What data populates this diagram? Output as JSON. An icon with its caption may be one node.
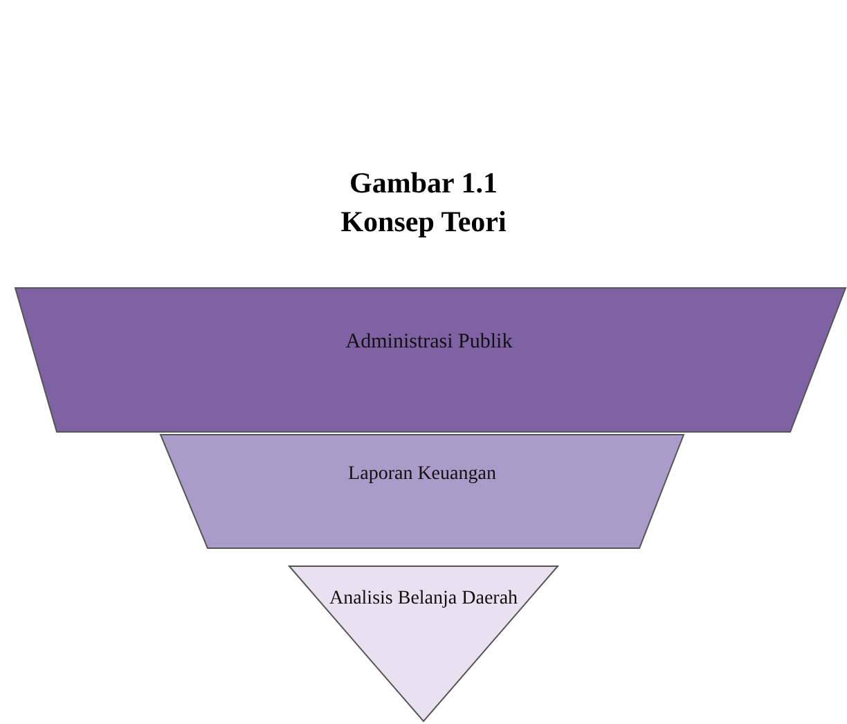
{
  "diagram": {
    "title": "Gambar 1.1 Konsep Teori",
    "nodes": [
      {
        "text": [
          "Administrasi Publik"
        ]
      },
      {
        "text": [
          "Laporan Keuangan"
        ]
      },
      {
        "text": [
          "Analisis Belanja Daerah"
        ]
      }
    ]
  }
}
